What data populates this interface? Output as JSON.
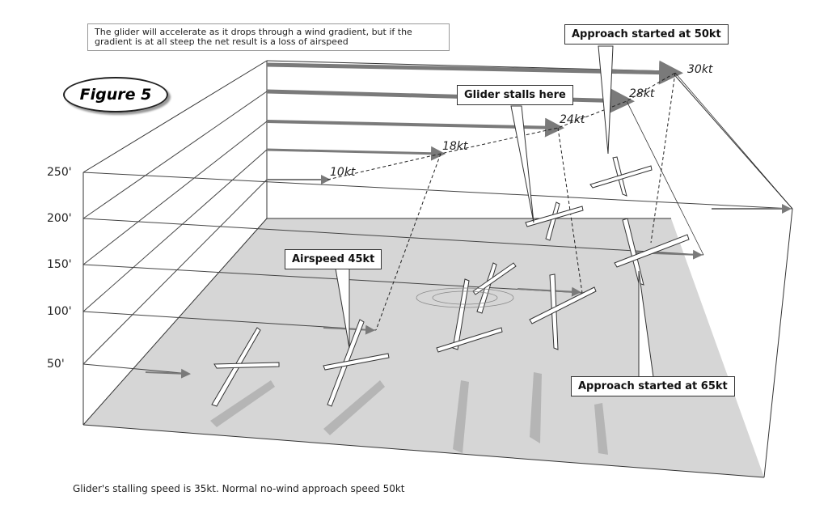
{
  "intro_text": "The glider will accelerate as it drops through a wind gradient, but if the gradient is at all steep the net result is a loss of airspeed",
  "figure_label": "Figure 5",
  "altitudes": [
    "250'",
    "200'",
    "150'",
    "100'",
    "50'"
  ],
  "wind_speeds": [
    "10kt",
    "18kt",
    "24kt",
    "28kt",
    "30kt"
  ],
  "callouts": {
    "stall": "Glider stalls here",
    "approach50": "Approach started at 50kt",
    "airspeed45": "Airspeed 45kt",
    "approach65": "Approach started at 65kt"
  },
  "caption": "Glider's stalling speed is 35kt. Normal no-wind approach speed 50kt",
  "colors": {
    "floor": "#d6d6d6",
    "arrow": "#7a7a7a",
    "shadow": "#b5b5b5"
  }
}
